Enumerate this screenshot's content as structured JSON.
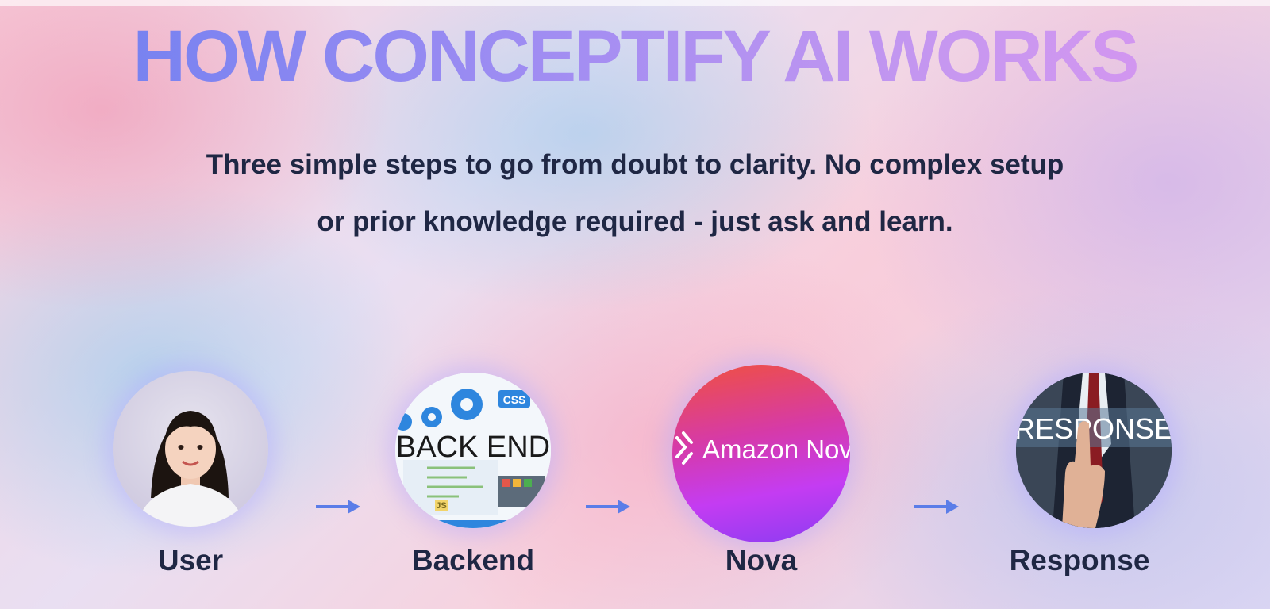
{
  "header": {
    "title": "HOW CONCEPTIFY AI WORKS",
    "subtitle": "Three simple steps to go from doubt to clarity. No complex setup or prior knowledge required - just ask and learn."
  },
  "steps": [
    {
      "label": "User",
      "icon": "user-avatar"
    },
    {
      "label": "Backend",
      "icon": "backend-illustration",
      "image_text": "BACK END",
      "badges": [
        "CSS",
        "JS"
      ]
    },
    {
      "label": "Nova",
      "icon": "amazon-nova-logo",
      "image_text": "Amazon Nov"
    },
    {
      "label": "Response",
      "icon": "response-photo",
      "image_text": "RESPONSE"
    }
  ],
  "colors": {
    "title_gradient": [
      "#6b7ff0",
      "#d996ef"
    ],
    "text": "#1f2744",
    "arrow": "#5b7de8",
    "nova_gradient": [
      "#f0513f",
      "#c43cf2",
      "#8b3cf2"
    ]
  }
}
